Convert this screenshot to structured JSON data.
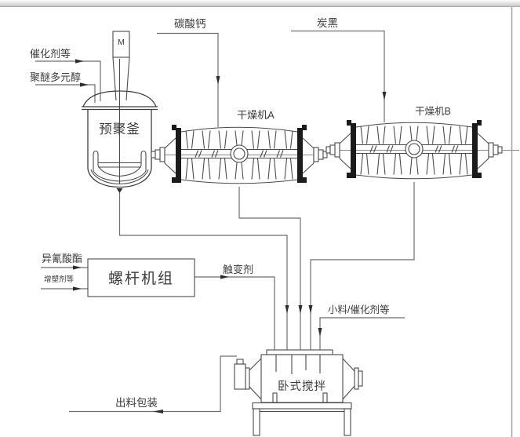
{
  "diagram": {
    "equipment": {
      "reactor": "预聚釜",
      "reactor_motor": "M",
      "dryer_a": "干燥机A",
      "dryer_b": "干燥机B",
      "screw_unit": "螺杆机组",
      "mixer": "卧式搅拌"
    },
    "streams": {
      "catalyst_etc": "催化剂等",
      "polyether_polyol": "聚醚多元醇",
      "calcium_carbonate": "碳酸钙",
      "carbon_black": "炭黑",
      "isocyanate": "异氰酸酯",
      "plasticizer_etc": "增塑剂等",
      "thixotropic_agent": "触变剂",
      "small_materials_catalyst": "小料/催化剂等",
      "discharge_packaging": "出料包装"
    },
    "colors": {
      "line": "#4b4b4b",
      "pipe_line": "#6e6e6e",
      "flange_fill": "#1b1b1b",
      "text": "#3c3c3c",
      "background": "#ffffff",
      "window_border": "#a8a8a8"
    }
  }
}
